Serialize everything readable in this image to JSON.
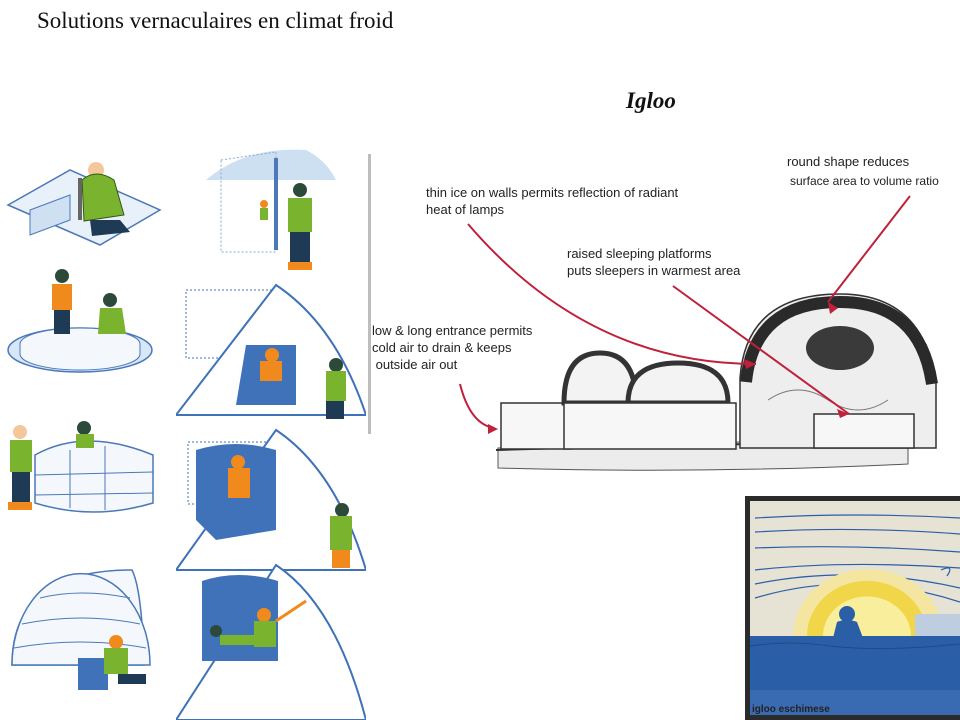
{
  "slide": {
    "title": "Solutions vernaculaires en climat froid",
    "section_title": "Igloo"
  },
  "diagram": {
    "annotations": {
      "thin_ice": "thin ice on walls permits reflection of radiant\nheat of lamps",
      "round_shape_line1": "round shape reduces",
      "round_shape_line2": "surface area to volume ratio",
      "raised_platforms": "raised sleeping platforms\nputs sleepers in warmest area",
      "entrance": "low & long entrance permits\ncold air to drain & keeps\n outside air out"
    },
    "arrow_color": "#c0203a"
  },
  "painting": {
    "caption": "igloo eschimese",
    "colors": {
      "sea": "#2a5fa8",
      "sky": "#e6e2d4",
      "sun": "#f2d64a",
      "frame": "#2b2b2b"
    }
  },
  "illustrations": {
    "colors": {
      "snow": "#e8f0fa",
      "ice_blue": "#3f72b8",
      "parka_green": "#7ab32e",
      "parka_orange": "#f08a1c"
    },
    "steps": [
      "cut-blocks",
      "lay-first-ring",
      "spiral-walls",
      "close-dome"
    ],
    "snowbank_steps": [
      "dig-vertical-wall",
      "carve-entrance",
      "dig-chamber",
      "finished-shelter"
    ]
  }
}
